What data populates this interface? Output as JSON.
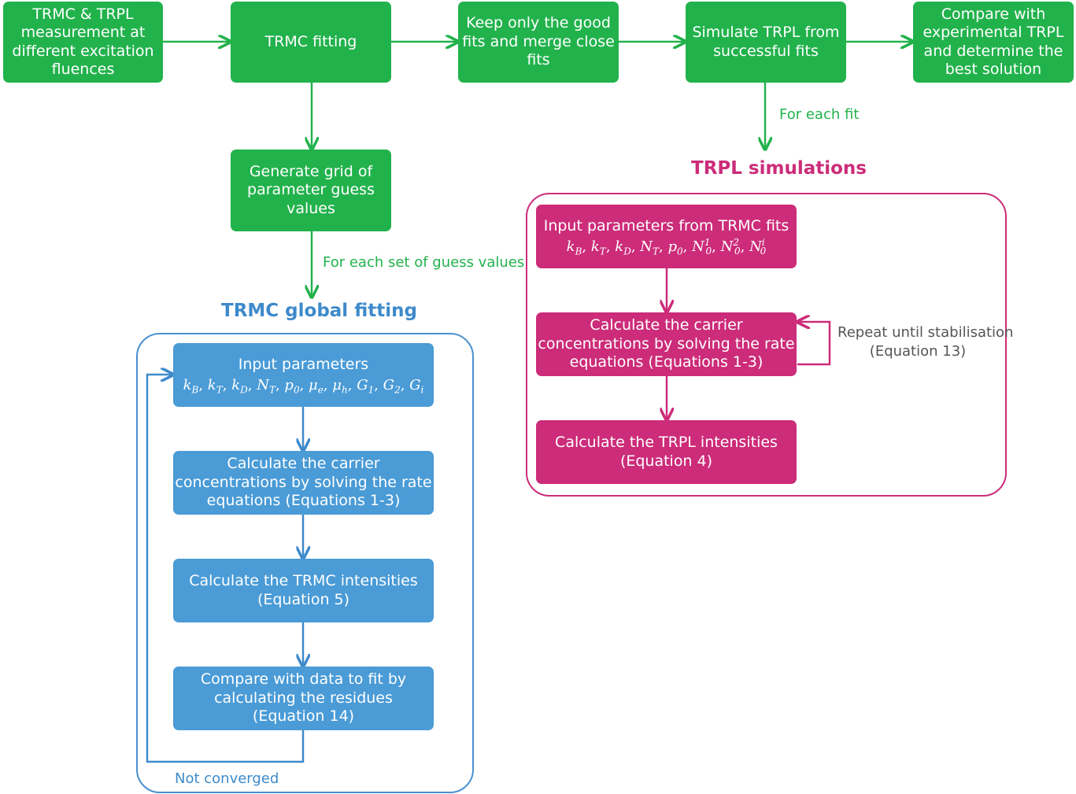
{
  "top_flow": [
    {
      "lines": [
        "TRMC & TRPL",
        "measurement at",
        "different excitation",
        "fluences"
      ]
    },
    {
      "lines": [
        "TRMC fitting"
      ]
    },
    {
      "lines": [
        "Keep only the good",
        "fits and merge close",
        "fits"
      ]
    },
    {
      "lines": [
        "Simulate TRPL from",
        "successful fits"
      ]
    },
    {
      "lines": [
        "Compare with",
        "experimental TRPL",
        "and determine the",
        "best solution"
      ]
    }
  ],
  "grid_box": {
    "lines": [
      "Generate grid of",
      "parameter guess",
      "values"
    ]
  },
  "labels": {
    "for_each_guess": "For each set of guess values",
    "for_each_fit": "For each fit",
    "not_converged": "Not converged",
    "repeat_line1": "Repeat until stabilisation",
    "repeat_line2": "(Equation 13)"
  },
  "trmc_panel": {
    "title": "TRMC global fitting",
    "input_title": "Input parameters",
    "params": [
      {
        "b": "k",
        "sub": "B"
      },
      {
        "b": "k",
        "sub": "T"
      },
      {
        "b": "k",
        "sub": "D"
      },
      {
        "b": "N",
        "sub": "T"
      },
      {
        "b": "p",
        "sub": "0"
      },
      {
        "b": "μ",
        "sub": "e"
      },
      {
        "b": "μ",
        "sub": "h"
      },
      {
        "b": "G",
        "sub": "1"
      },
      {
        "b": "G",
        "sub": "2"
      },
      {
        "b": "G",
        "sub": "i"
      }
    ],
    "steps": [
      {
        "lines": [
          "Calculate the carrier",
          "concentrations by solving the rate",
          "equations (Equations 1-3)"
        ]
      },
      {
        "lines": [
          "Calculate the TRMC intensities",
          "(Equation 5)"
        ]
      },
      {
        "lines": [
          "Compare with data to fit by",
          "calculating the residues",
          "(Equation 14)"
        ]
      }
    ]
  },
  "trpl_panel": {
    "title": "TRPL simulations",
    "input_title": "Input parameters from TRMC fits",
    "params": [
      {
        "b": "k",
        "sub": "B"
      },
      {
        "b": "k",
        "sub": "T"
      },
      {
        "b": "k",
        "sub": "D"
      },
      {
        "b": "N",
        "sub": "T"
      },
      {
        "b": "p",
        "sub": "0"
      },
      {
        "b": "N",
        "sub": "0",
        "sup": "1"
      },
      {
        "b": "N",
        "sub": "0",
        "sup": "2"
      },
      {
        "b": "N",
        "sub": "0",
        "sup": "i"
      }
    ],
    "steps": [
      {
        "lines": [
          "Calculate the carrier",
          "concentrations by solving the rate",
          "equations (Equations 1-3)"
        ]
      },
      {
        "lines": [
          "Calculate the TRPL intensities",
          "(Equation 4)"
        ]
      }
    ]
  },
  "colors": {
    "green": "#22b24c",
    "blue": "#4a9bd6",
    "pink": "#cc2c79"
  }
}
